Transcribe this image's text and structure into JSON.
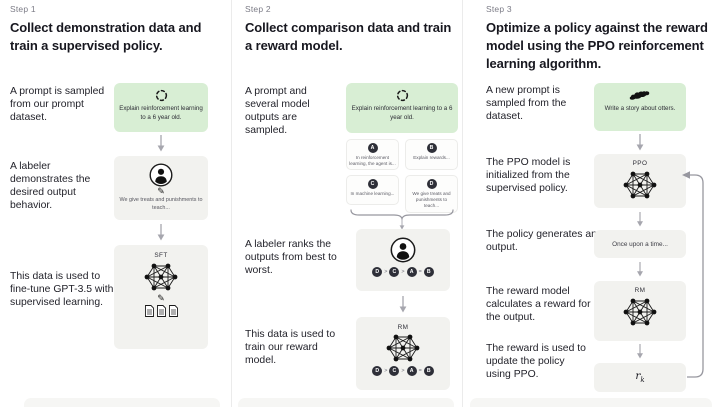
{
  "colors": {
    "background": "#ffffff",
    "green_box": "#d8eed4",
    "gray_box": "#f2f2ef",
    "chip_badge": "#2e2f38",
    "heading_text": "#17171f",
    "step_text": "#7b7b86",
    "arrow": "#a6a6ae",
    "divider": "#ebebeb"
  },
  "icons": {
    "pencil": "✎"
  },
  "columns": [
    {
      "step_label": "Step 1",
      "heading": "Collect demonstration data and train a supervised policy.",
      "notes": [
        "A prompt is sampled from our prompt dataset.",
        "A labeler demonstrates the desired output behavior.",
        "This data is used to fine-tune GPT-3.5 with supervised learning."
      ],
      "prompt_box": {
        "text": "Explain reinforcement learning to a 6 year old."
      },
      "labeler_box": {
        "caption": "We give treats and punishments to teach..."
      },
      "sft_box": {
        "label": "SFT"
      }
    },
    {
      "step_label": "Step 2",
      "heading": "Collect comparison data and train a reward model.",
      "notes": [
        "A prompt and several model outputs are sampled.",
        "A labeler ranks the outputs from best to worst.",
        "This data is used to train our reward model."
      ],
      "prompt_box": {
        "text": "Explain reinforcement learning to a 6 year old."
      },
      "outputs": [
        {
          "letter": "A",
          "text": "In reinforcement learning, the agent is..."
        },
        {
          "letter": "B",
          "text": "Explain rewards..."
        },
        {
          "letter": "C",
          "text": "In machine learning..."
        },
        {
          "letter": "D",
          "text": "We give treats and punishments to teach..."
        }
      ],
      "ranking": {
        "letters": [
          "D",
          "C",
          "A",
          "B"
        ],
        "separators": [
          ">",
          ">",
          "="
        ]
      },
      "rm_box": {
        "label": "RM"
      }
    },
    {
      "step_label": "Step 3",
      "heading": "Optimize a policy against the reward model using the PPO reinforcement learning algorithm.",
      "notes": [
        "A new prompt is sampled from the dataset.",
        "The PPO model is initialized from the supervised policy.",
        "The policy generates an output.",
        "The reward model calculates a reward for the output.",
        "The reward is used to update the policy using PPO."
      ],
      "prompt_box": {
        "text": "Write a story about otters."
      },
      "ppo_box": {
        "label": "PPO"
      },
      "output_box": {
        "text": "Once upon a time..."
      },
      "rm_box": {
        "label": "RM"
      },
      "reward_box": {
        "symbol": "r",
        "subscript": "k"
      }
    }
  ]
}
